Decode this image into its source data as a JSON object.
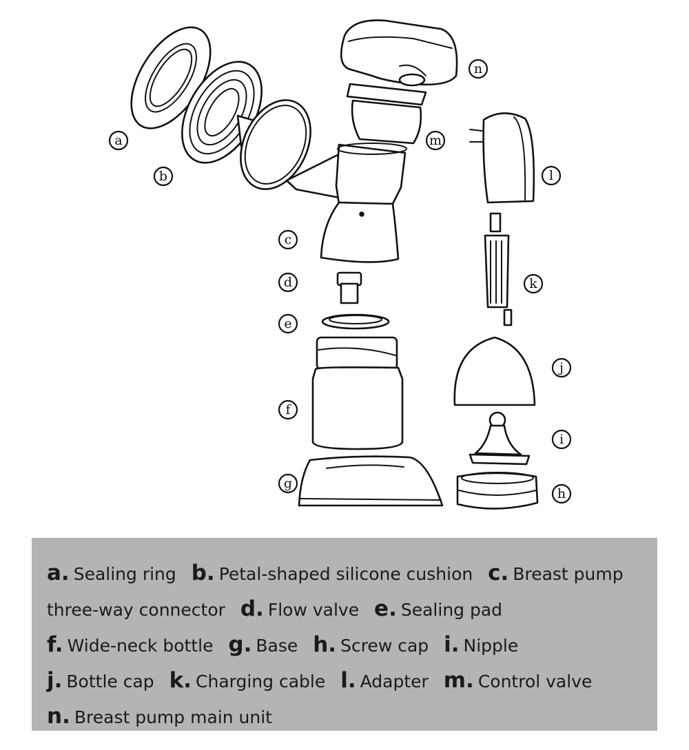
{
  "callouts": [
    "a",
    "b",
    "c",
    "d",
    "e",
    "f",
    "g",
    "h",
    "i",
    "j",
    "k",
    "l",
    "m",
    "n"
  ],
  "legend": [
    {
      "key": "a.",
      "text": "Sealing ring"
    },
    {
      "key": "b.",
      "text": "Petal-shaped silicone cushion"
    },
    {
      "key": "c.",
      "text": "Breast pump three-way connector"
    },
    {
      "key": "d.",
      "text": "Flow valve"
    },
    {
      "key": "e.",
      "text": "Sealing pad"
    },
    {
      "key": "f.",
      "text": "Wide-neck bottle"
    },
    {
      "key": "g.",
      "text": "Base"
    },
    {
      "key": "h.",
      "text": "Screw cap"
    },
    {
      "key": "i.",
      "text": "Nipple"
    },
    {
      "key": "j.",
      "text": "Bottle cap"
    },
    {
      "key": "k.",
      "text": "Charging cable"
    },
    {
      "key": "l.",
      "text": "Adapter"
    },
    {
      "key": "m.",
      "text": "Control valve"
    },
    {
      "key": "n.",
      "text": "Breast pump main unit"
    }
  ]
}
